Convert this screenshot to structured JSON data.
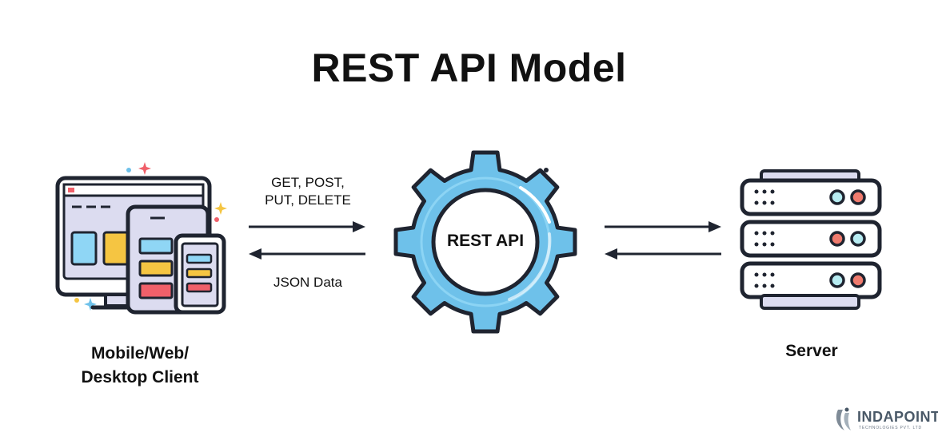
{
  "title": "REST API Model",
  "client": {
    "label_line1": "Mobile/Web/",
    "label_line2": "Desktop Client"
  },
  "request": {
    "methods_line1": "GET, POST,",
    "methods_line2": "PUT, DELETE"
  },
  "response": {
    "format": "JSON Data"
  },
  "api": {
    "label": "REST API"
  },
  "server": {
    "label": "Server"
  },
  "logo": {
    "name": "INDAPOINT",
    "tagline": "TECHNOLOGIES PVT. LTD"
  },
  "colors": {
    "outline": "#1f2430",
    "gear": "#6ec1ea",
    "blue_light": "#8fd6f5",
    "yellow": "#f5c542",
    "red": "#f0606a",
    "lavender": "#dcdcf0",
    "white": "#ffffff",
    "teal_light": "#b7ecf2",
    "coral": "#f07b6e"
  }
}
